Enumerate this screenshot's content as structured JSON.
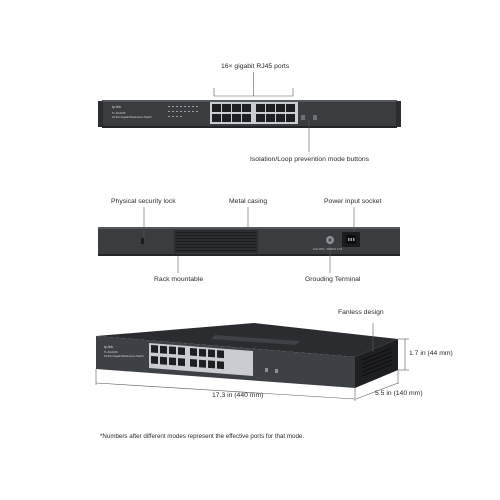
{
  "colors": {
    "chassis": "#3a3c40",
    "chassis_dark": "#232427",
    "port_frame": "#c9cdd1",
    "leader": "#5a5a5a"
  },
  "front_view": {
    "brand": "tp-link",
    "model": "TL-SG1016",
    "model_caption": "16-Port Gigabit Rackmount Switch",
    "ports_label": "16× gigabit RJ45 ports",
    "buttons_label": "Isolation/Loop prevention mode buttons"
  },
  "rear_view": {
    "security_lock_label": "Physical security lock",
    "metal_casing_label": "Metal casing",
    "power_socket_label": "Power input socket",
    "rack_label": "Rack mountable",
    "grounding_label": "Grouding Terminal",
    "power_rating": "100-240V~ 50/60Hz 0.3A"
  },
  "angle_view": {
    "brand": "tp-link",
    "model": "TL-SG1016",
    "model_caption": "16-Port Gigabit Rackmount Switch",
    "fanless_label": "Fanless design",
    "height_label": "1.7 in (44 mm)",
    "width_label": "17.3 in (440 mm)",
    "depth_label": "5.5 in (140 mm)"
  },
  "footnote": "*Numbers after different modes represent the effective ports for that mode."
}
